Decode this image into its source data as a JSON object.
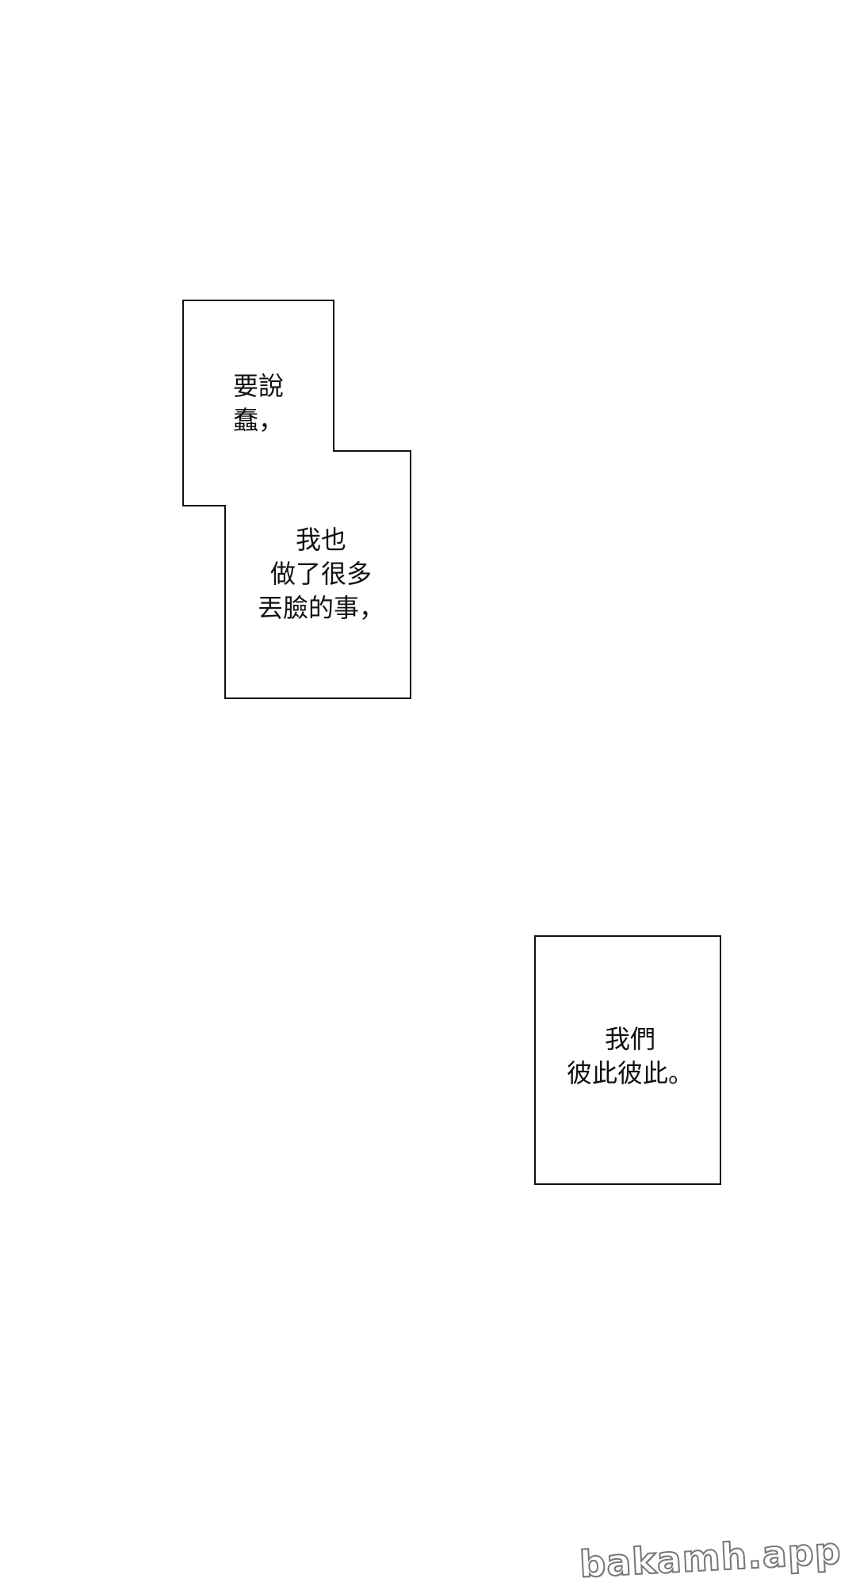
{
  "captions": {
    "first": "要說\n蠢，",
    "second": "我也\n做了很多\n丟臉的事，",
    "third": "我們\n彼此彼此。"
  },
  "watermark": "bakamh.app",
  "colors": {
    "background": "#ffffff",
    "border": "#111111",
    "text": "#111111"
  }
}
